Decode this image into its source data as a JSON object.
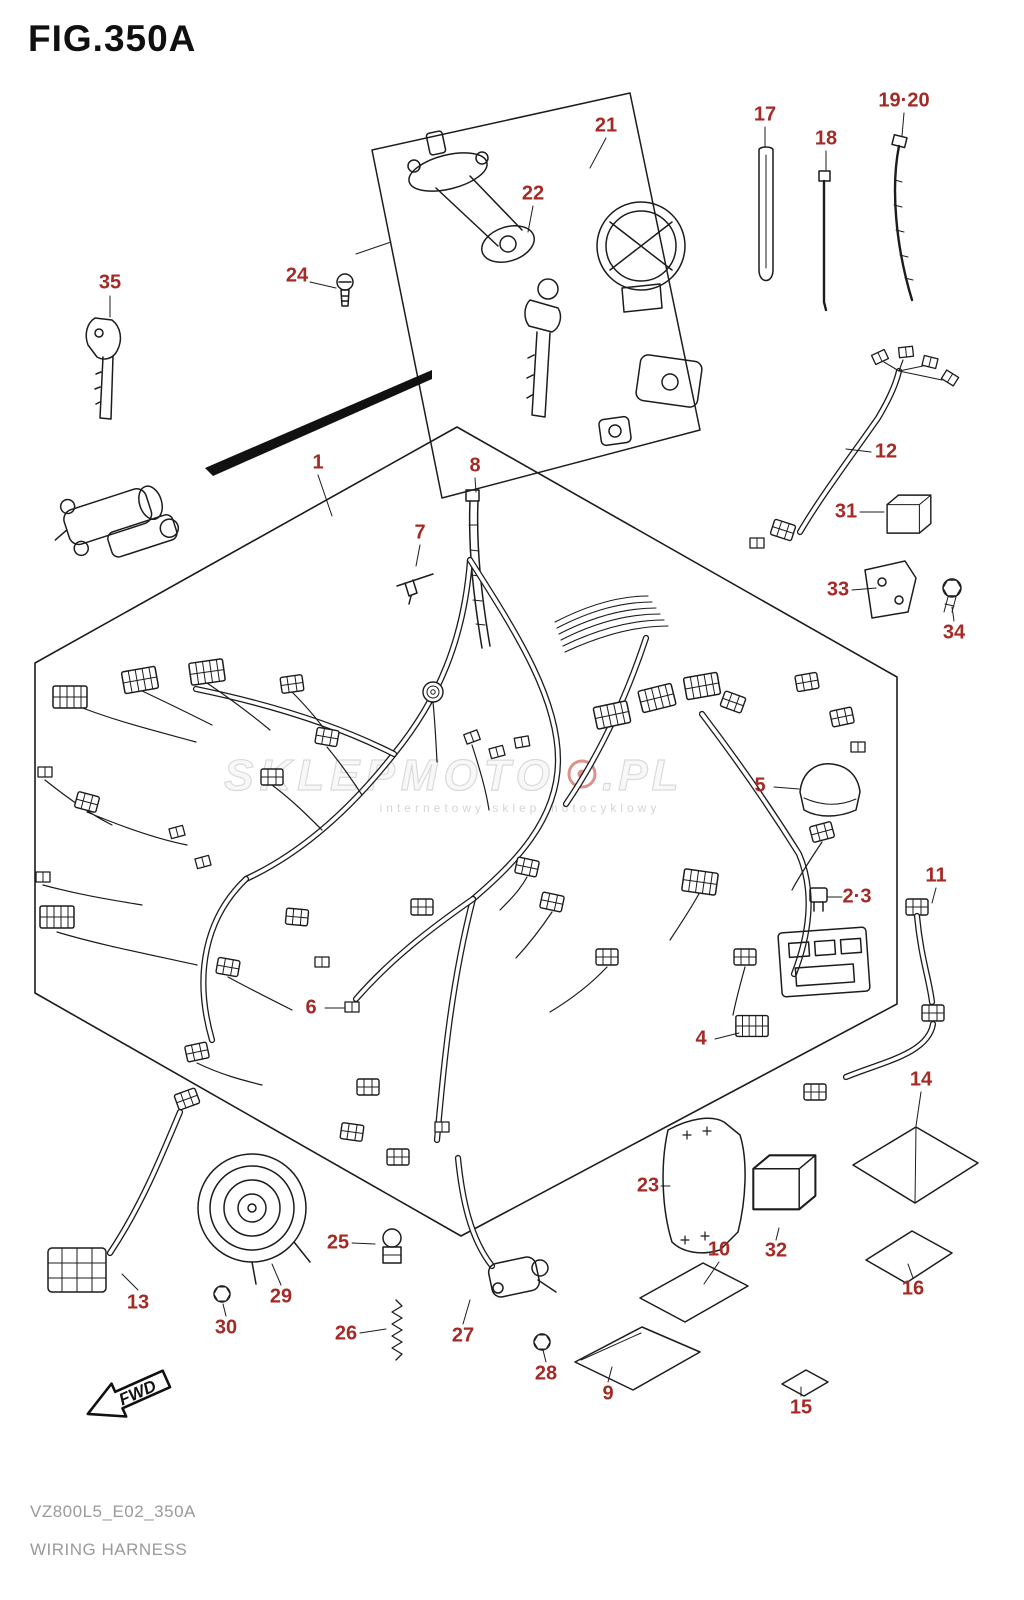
{
  "figure": {
    "title": "FIG.350A",
    "footer_code": "VZ800L5_E02_350A",
    "footer_name": "WIRING HARNESS"
  },
  "colors": {
    "callout": "#a42a25",
    "line": "#1c1c1c",
    "watermark": "#bdbdbd",
    "watermark_red": "#c0392b"
  },
  "watermark": {
    "text": "SKLEPMOTO",
    "suffix": ".PL",
    "subtext": "internetowy sklep motocyklowy"
  },
  "fwd": {
    "label": "FWD"
  },
  "callouts": {
    "c1": "1",
    "c2_3": "2·3",
    "c4": "4",
    "c5": "5",
    "c6": "6",
    "c7": "7",
    "c8": "8",
    "c9": "9",
    "c10": "10",
    "c11": "11",
    "c12": "12",
    "c13": "13",
    "c14": "14",
    "c15": "15",
    "c16": "16",
    "c17": "17",
    "c18": "18",
    "c19_20": "19·20",
    "c21": "21",
    "c22": "22",
    "c23": "23",
    "c24": "24",
    "c25": "25",
    "c26": "26",
    "c27": "27",
    "c28": "28",
    "c29": "29",
    "c30": "30",
    "c31": "31",
    "c32": "32",
    "c33": "33",
    "c34": "34",
    "c35": "35"
  }
}
